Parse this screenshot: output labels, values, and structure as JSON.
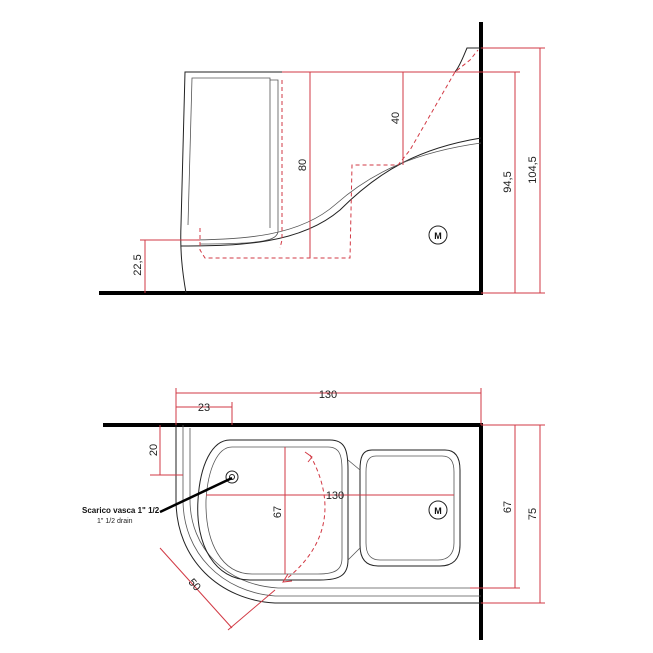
{
  "side_view": {
    "dim_height_total": "104,5",
    "dim_height_rim": "94,5",
    "dim_seat": "80",
    "dim_step": "40",
    "dim_base": "22,5",
    "motor_label": "M"
  },
  "top_view": {
    "dim_length_total": "130",
    "dim_length_inner": "130",
    "dim_offset": "23",
    "dim_wall_gap": "20",
    "dim_inner_width": "67",
    "dim_width_rim": "67",
    "dim_width_total": "75",
    "dim_corner": "50",
    "drain_label": "Scarico vasca 1\" 1/2",
    "drain_label_en": "1\" 1/2  drain",
    "motor_label": "M"
  }
}
